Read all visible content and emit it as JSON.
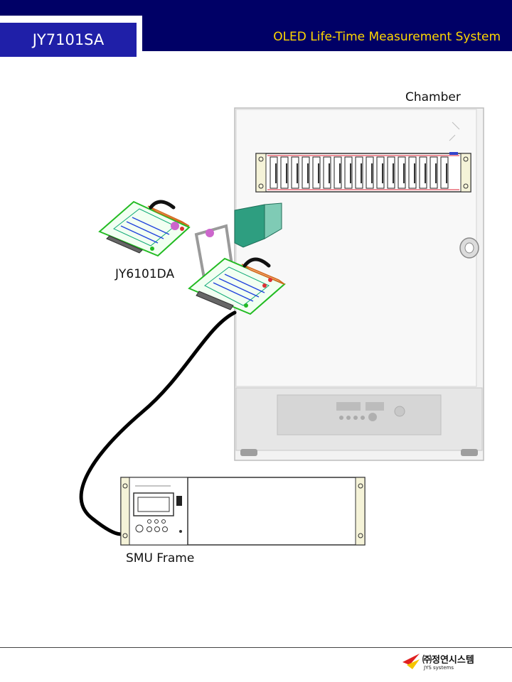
{
  "header": {
    "model": "JY7101SA",
    "system_title": "OLED Life-Time Measurement System"
  },
  "labels": {
    "chamber": "Chamber",
    "dut_board": "JY6101DA",
    "smu_frame": "SMU Frame"
  },
  "footer": {
    "company_name": "㈜정연시스템",
    "company_sub": "JYS systems"
  },
  "colors": {
    "header_bg": "#000066",
    "model_box": "#1f1fa8",
    "title_text": "#ffd700",
    "board_green": "#33cc33",
    "board_orange": "#e07030",
    "connector_teal": "#2e9e80"
  }
}
